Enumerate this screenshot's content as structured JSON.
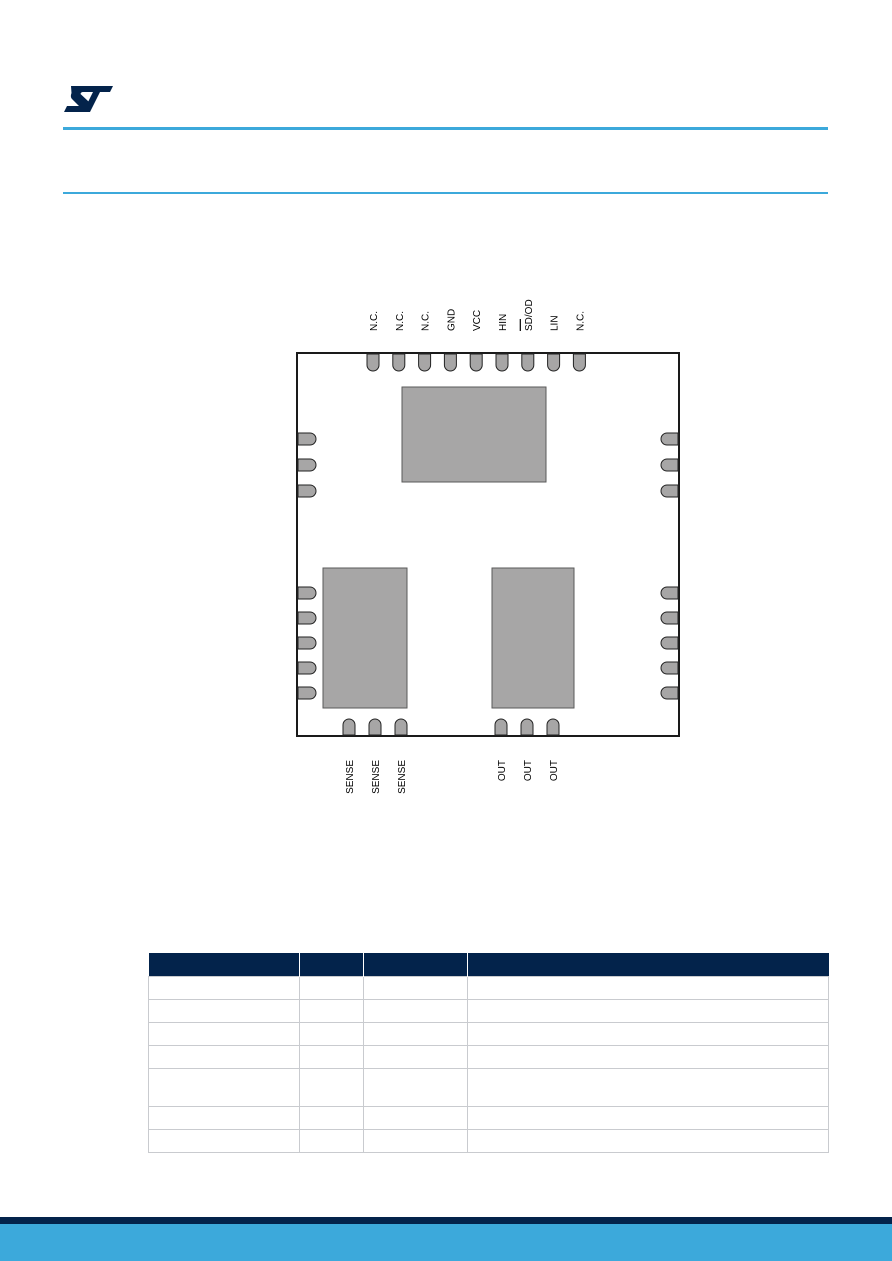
{
  "brand": {
    "logo_icon": "st-logo-icon",
    "accent_color": "#3ca9db",
    "dark_color": "#03234b"
  },
  "pinout": {
    "top_pins": [
      "N.C.",
      "N.C.",
      "N.C.",
      "GND",
      "VCC",
      "HIN",
      "SD/OD",
      "LIN",
      "N.C."
    ],
    "bottom_left_pins": [
      "SENSE",
      "SENSE",
      "SENSE"
    ],
    "bottom_right_pins": [
      "OUT",
      "OUT",
      "OUT"
    ],
    "left_side_pin_count": 8,
    "right_side_pin_count": 8,
    "body_color": "#ffffff",
    "pad_color": "#a7a6a6"
  },
  "table": {
    "headers": [
      "",
      "",
      "",
      ""
    ],
    "rows": [
      [
        "",
        "",
        "",
        ""
      ],
      [
        "",
        "",
        "",
        ""
      ],
      [
        "",
        "",
        "",
        ""
      ],
      [
        "",
        "",
        "",
        ""
      ],
      [
        "",
        "",
        "",
        ""
      ],
      [
        "",
        "",
        "",
        ""
      ],
      [
        "",
        "",
        "",
        ""
      ]
    ]
  }
}
